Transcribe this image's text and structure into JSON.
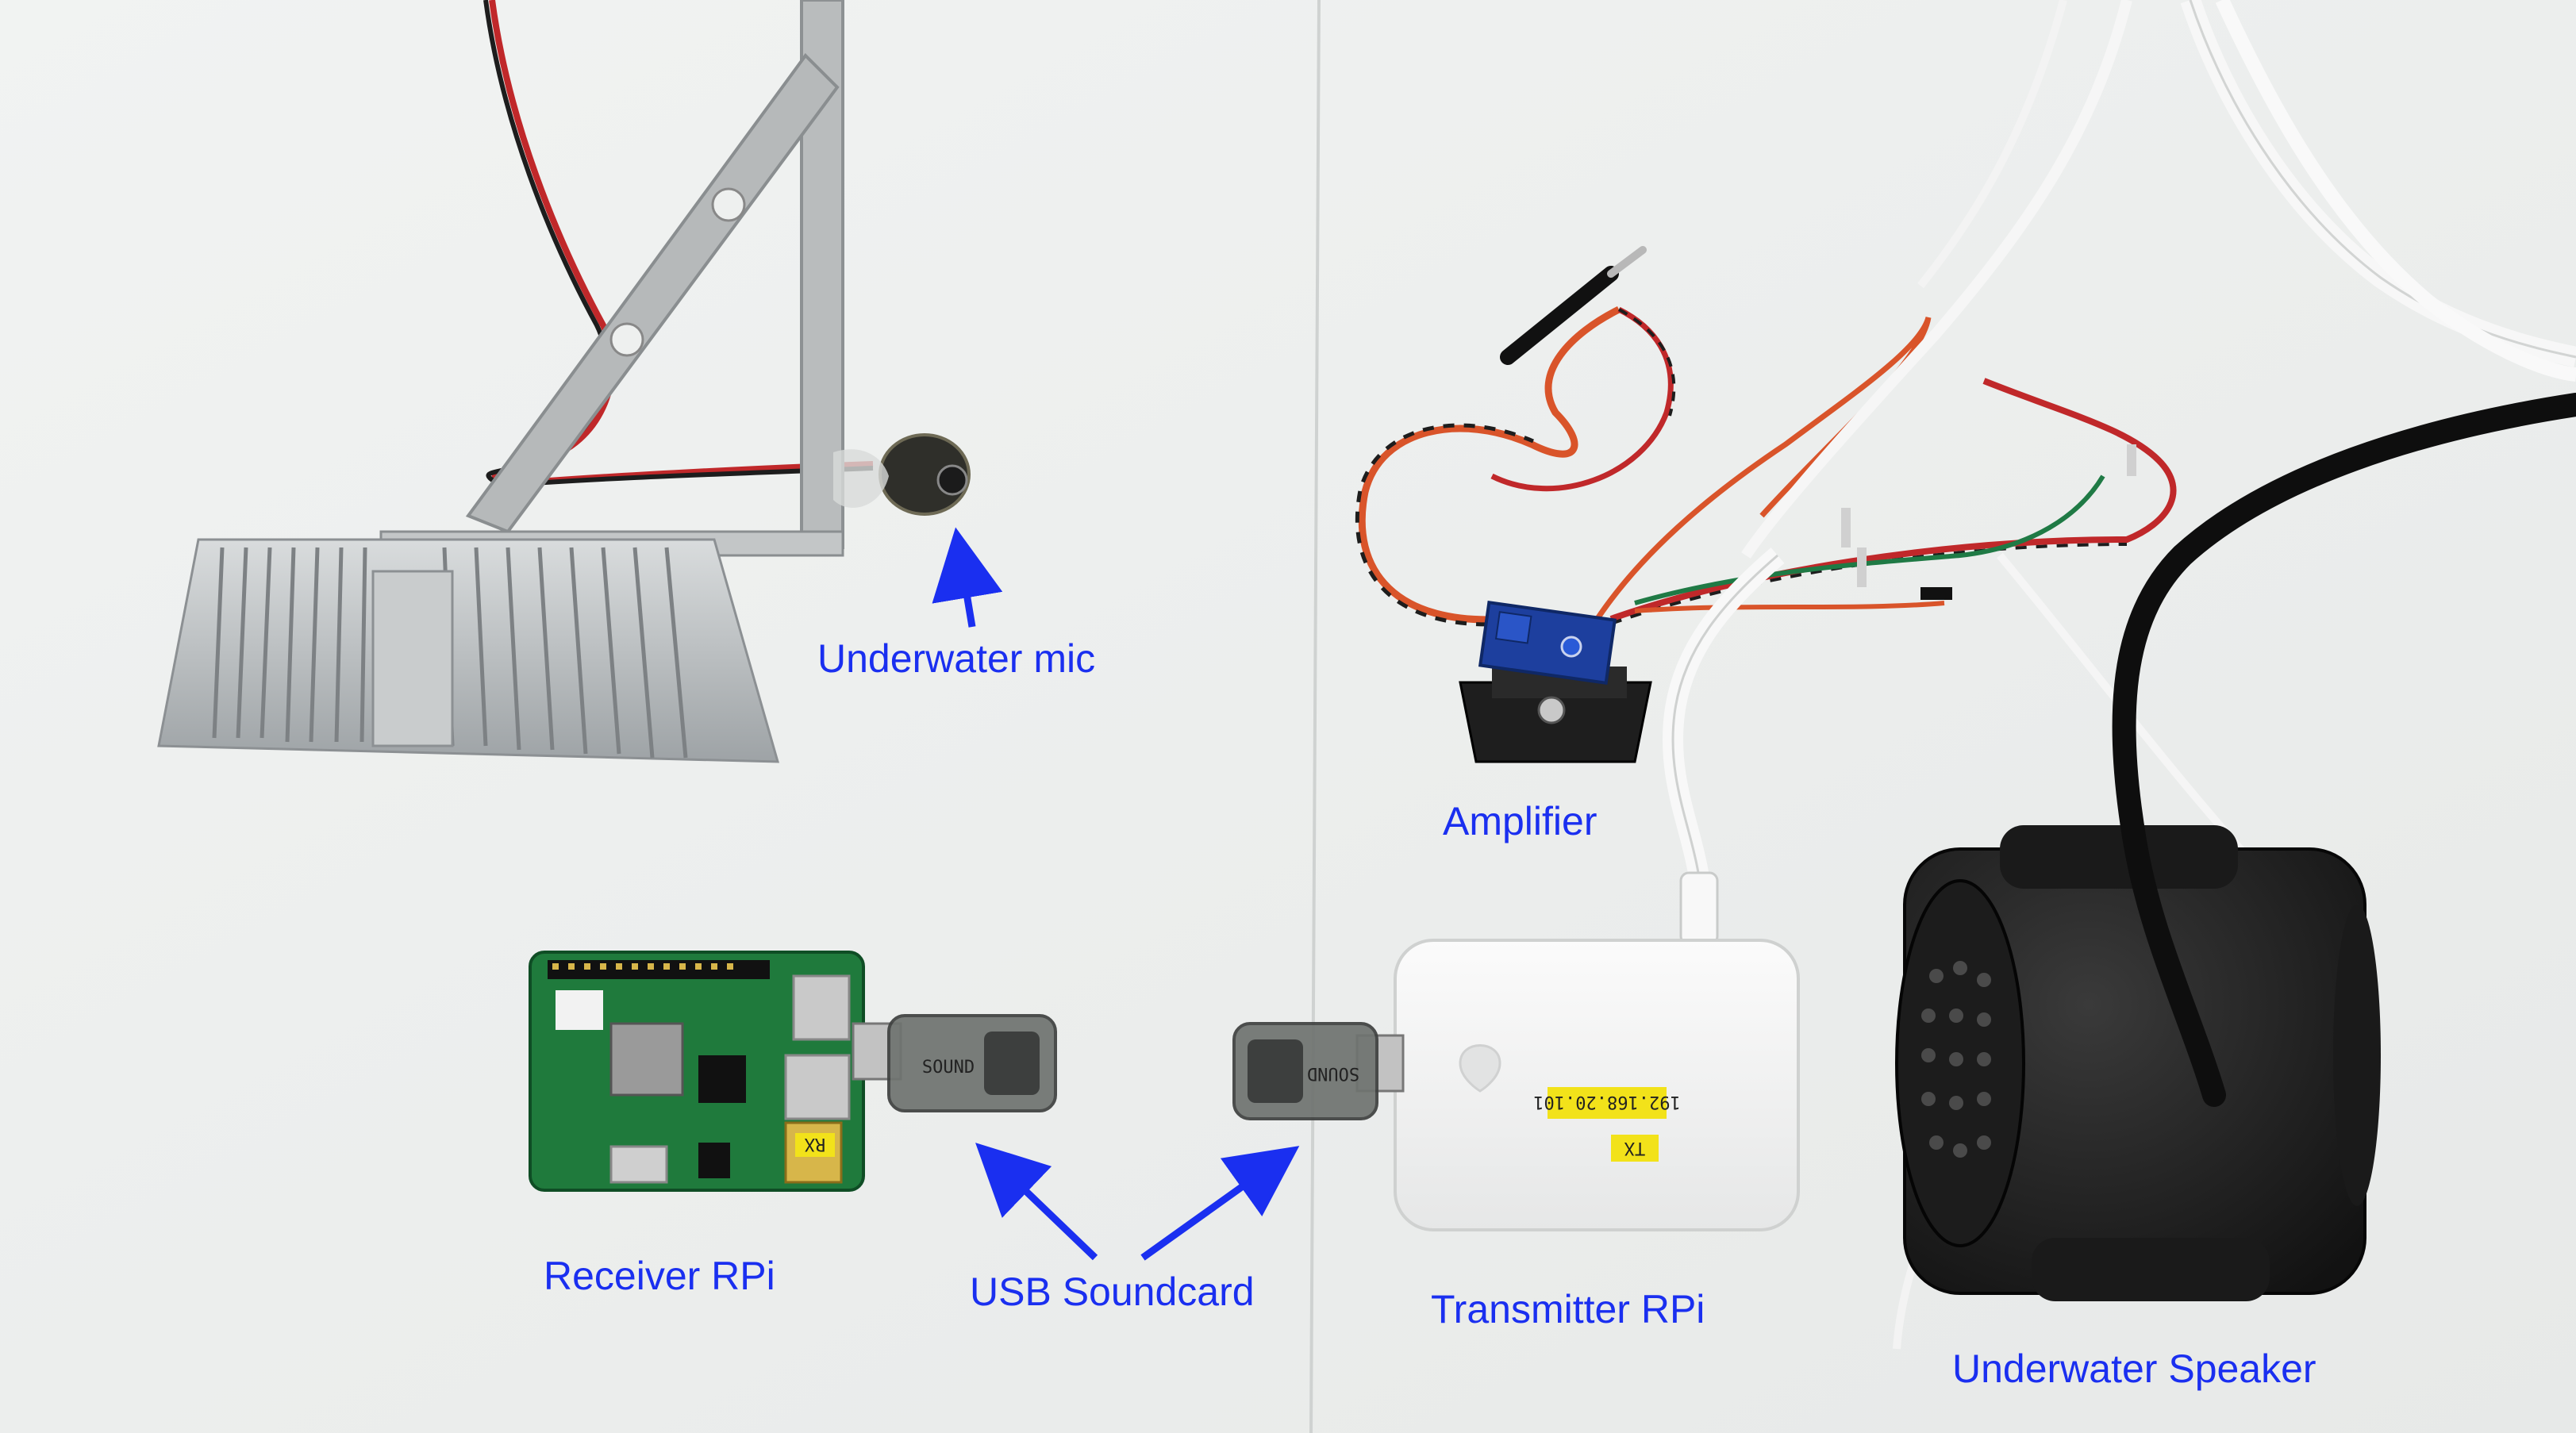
{
  "labels": {
    "underwater_mic": "Underwater mic",
    "amplifier": "Amplifier",
    "receiver_rpi": "Receiver RPi",
    "usb_soundcard": "USB Soundcard",
    "transmitter_rpi": "Transmitter RPi",
    "underwater_speaker": "Underwater Speaker"
  },
  "device_text": {
    "ip_sticker": "192.168.20.101",
    "tx_sticker": "TX",
    "rx_sticker": "RX",
    "soundcard_print": "SOUND"
  },
  "colors": {
    "annotation": "#1a2ff0",
    "background": "#eef0ef",
    "sticker": "#f2e21a"
  }
}
